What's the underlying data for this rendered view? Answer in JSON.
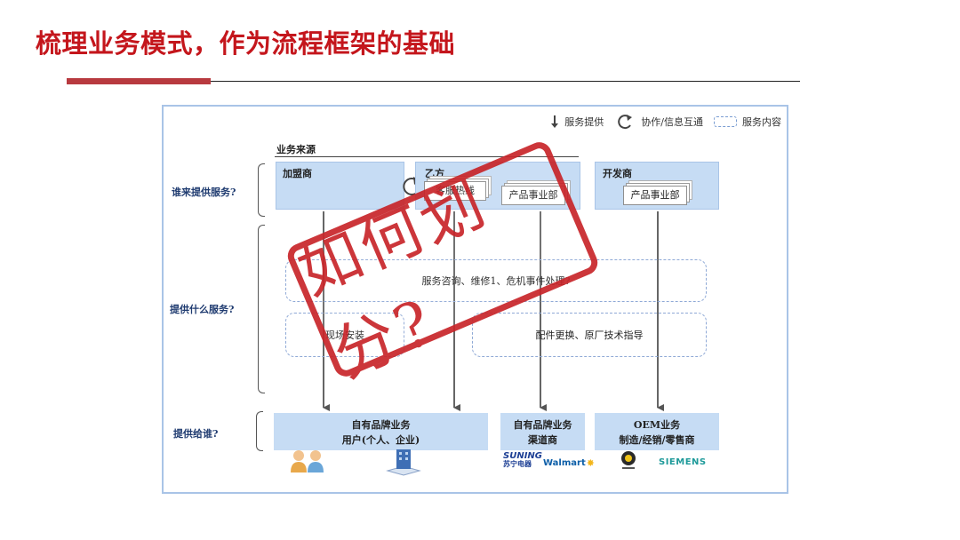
{
  "header": {
    "title": "梳理业务模式，作为流程框架的基础"
  },
  "legend": {
    "service_provide": "服务提供",
    "collaboration": "协作/信息互通",
    "service_content": "服务内容"
  },
  "diagram": {
    "business_source": "业务来源",
    "questions": {
      "who_provides": "谁来提供服务?",
      "what_service": "提供什么服务?",
      "provide_to_whom": "提供给谁?"
    },
    "providers": {
      "franchisee": "加盟商",
      "party_b": "乙方",
      "developer": "开发商",
      "customer_hotline": "客服热线",
      "product_division_b": "产品事业部",
      "product_division_dev": "产品事业部"
    },
    "services": {
      "row1": "服务咨询、维修1、危机事件处理?",
      "row2_left": "现场安装",
      "row2_right": "配件更换、原厂技术指导"
    },
    "customers": {
      "own_brand_users_line1": "自有品牌业务",
      "own_brand_users_line2": "用户(个人、企业)",
      "own_brand_channel_line1": "自有品牌业务",
      "own_brand_channel_line2": "渠道商",
      "oem_line1": "OEM业务",
      "oem_line2": "制造/经销/零售商"
    },
    "logos": {
      "suning_top": "SUNING",
      "suning_bottom": "苏宁电器",
      "walmart": "Walmart",
      "siemens": "SIEMENS"
    }
  },
  "stamp": {
    "text": "如何划分?"
  },
  "colors": {
    "title_red": "#c4161c",
    "box_blue": "#c6dcf4",
    "panel_border": "#a9c4e7",
    "stamp_red": "#c8252a"
  }
}
